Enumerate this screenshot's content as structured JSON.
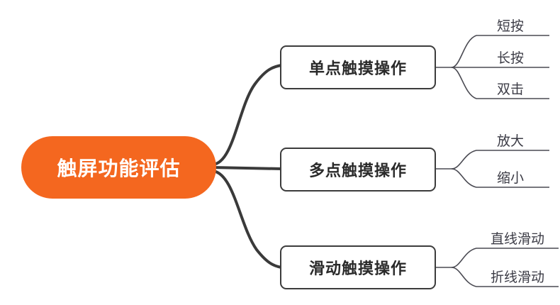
{
  "diagram": {
    "type": "mind-map",
    "title": "触屏功能评估",
    "orientation": "left-to-right",
    "colors": {
      "root_fill": "#f4671f",
      "root_text": "#ffffff",
      "branch_border": "#3c3c3c",
      "branch_fill": "#ffffff",
      "branch_text": "#2a2a2a",
      "connector": "#3a3a3a",
      "leaf_line": "#4a4a52",
      "leaf_text": "#3b3b45",
      "background": "#ffffff"
    },
    "root": {
      "label": "触屏功能评估"
    },
    "branches": [
      {
        "label": "单点触摸操作",
        "leaves": [
          {
            "label": "短按"
          },
          {
            "label": "长按"
          },
          {
            "label": "双击"
          }
        ]
      },
      {
        "label": "多点触摸操作",
        "leaves": [
          {
            "label": "放大"
          },
          {
            "label": "缩小"
          }
        ]
      },
      {
        "label": "滑动触摸操作",
        "leaves": [
          {
            "label": "直线滑动"
          },
          {
            "label": "折线滑动"
          }
        ]
      }
    ]
  }
}
